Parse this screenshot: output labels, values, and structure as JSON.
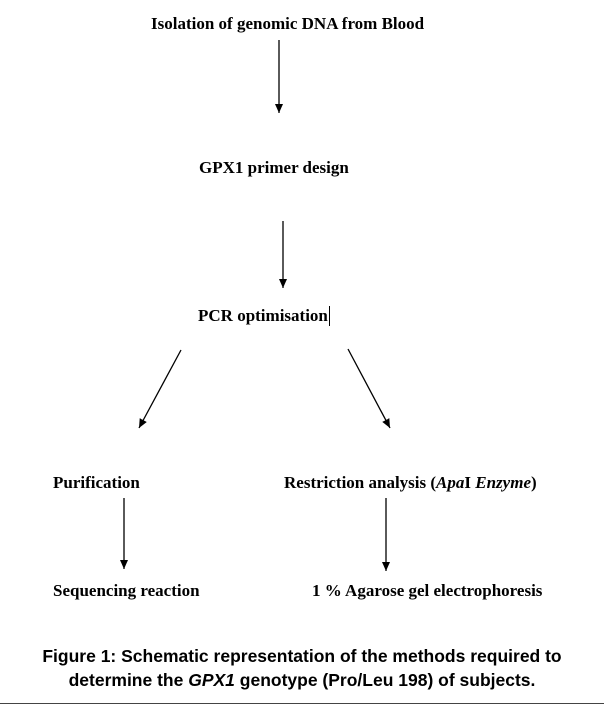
{
  "steps": {
    "isolation": "Isolation of genomic DNA from Blood",
    "primer": "GPX1 primer design",
    "pcr": "PCR optimisation",
    "purification": "Purification",
    "restriction_prefix": "Restriction analysis (",
    "restriction_enzyme": "Apa",
    "restriction_enzyme_suffix": "I ",
    "restriction_enzyme_word": "Enzyme",
    "restriction_close": ")",
    "sequencing": "Sequencing reaction",
    "agarose": "1 % Agarose gel electrophoresis"
  },
  "caption": {
    "line1": "Figure 1: Schematic representation of the methods required to",
    "line2_before": "determine the ",
    "line2_gene": "GPX1",
    "line2_after": " genotype (Pro/Leu 198) of subjects."
  },
  "colors": {
    "text": "#000000",
    "background": "#ffffff"
  }
}
